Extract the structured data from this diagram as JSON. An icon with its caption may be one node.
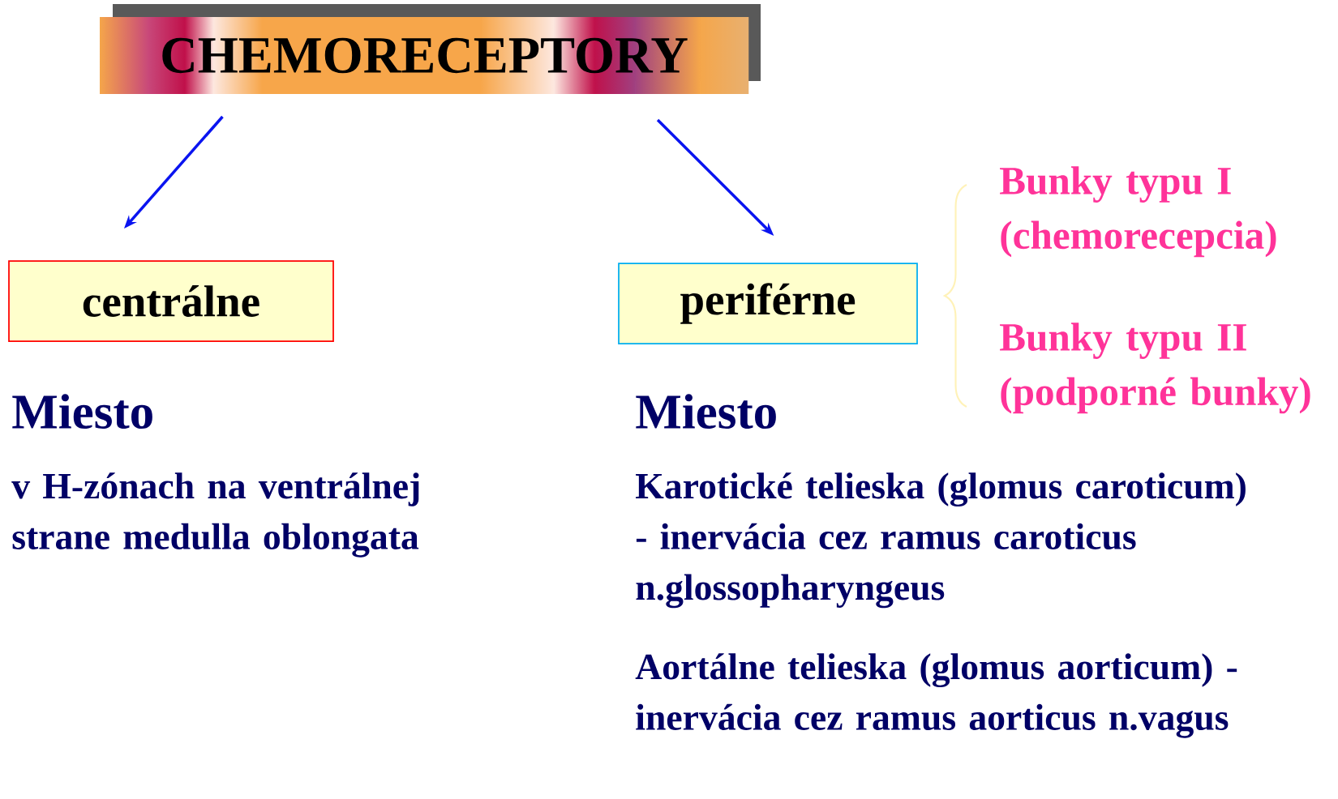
{
  "diagram": {
    "nodes": [
      {
        "text": [
          "CHEMORECEPTORY"
        ]
      },
      {
        "text": [
          "centrálne"
        ]
      },
      {
        "text": [
          "periférne"
        ]
      }
    ],
    "edges": [
      {
        "from": 0,
        "to": 1,
        "arrow": "to"
      },
      {
        "from": 0,
        "to": 2,
        "arrow": "to"
      }
    ],
    "labels": [
      "Bunky typu I (chemorecepcia)",
      "Bunky typu II (podporné bunky)",
      "Miesto",
      "v H-zónach na ventrálnej strane medulla oblongata",
      "Miesto",
      "Karotické telieska (glomus caroticum) - inervácia cez ramus caroticus n.glossopharyngeus",
      "Aortálne telieska (glomus aorticum) - inervácia cez ramus aorticus n.vagus"
    ]
  }
}
